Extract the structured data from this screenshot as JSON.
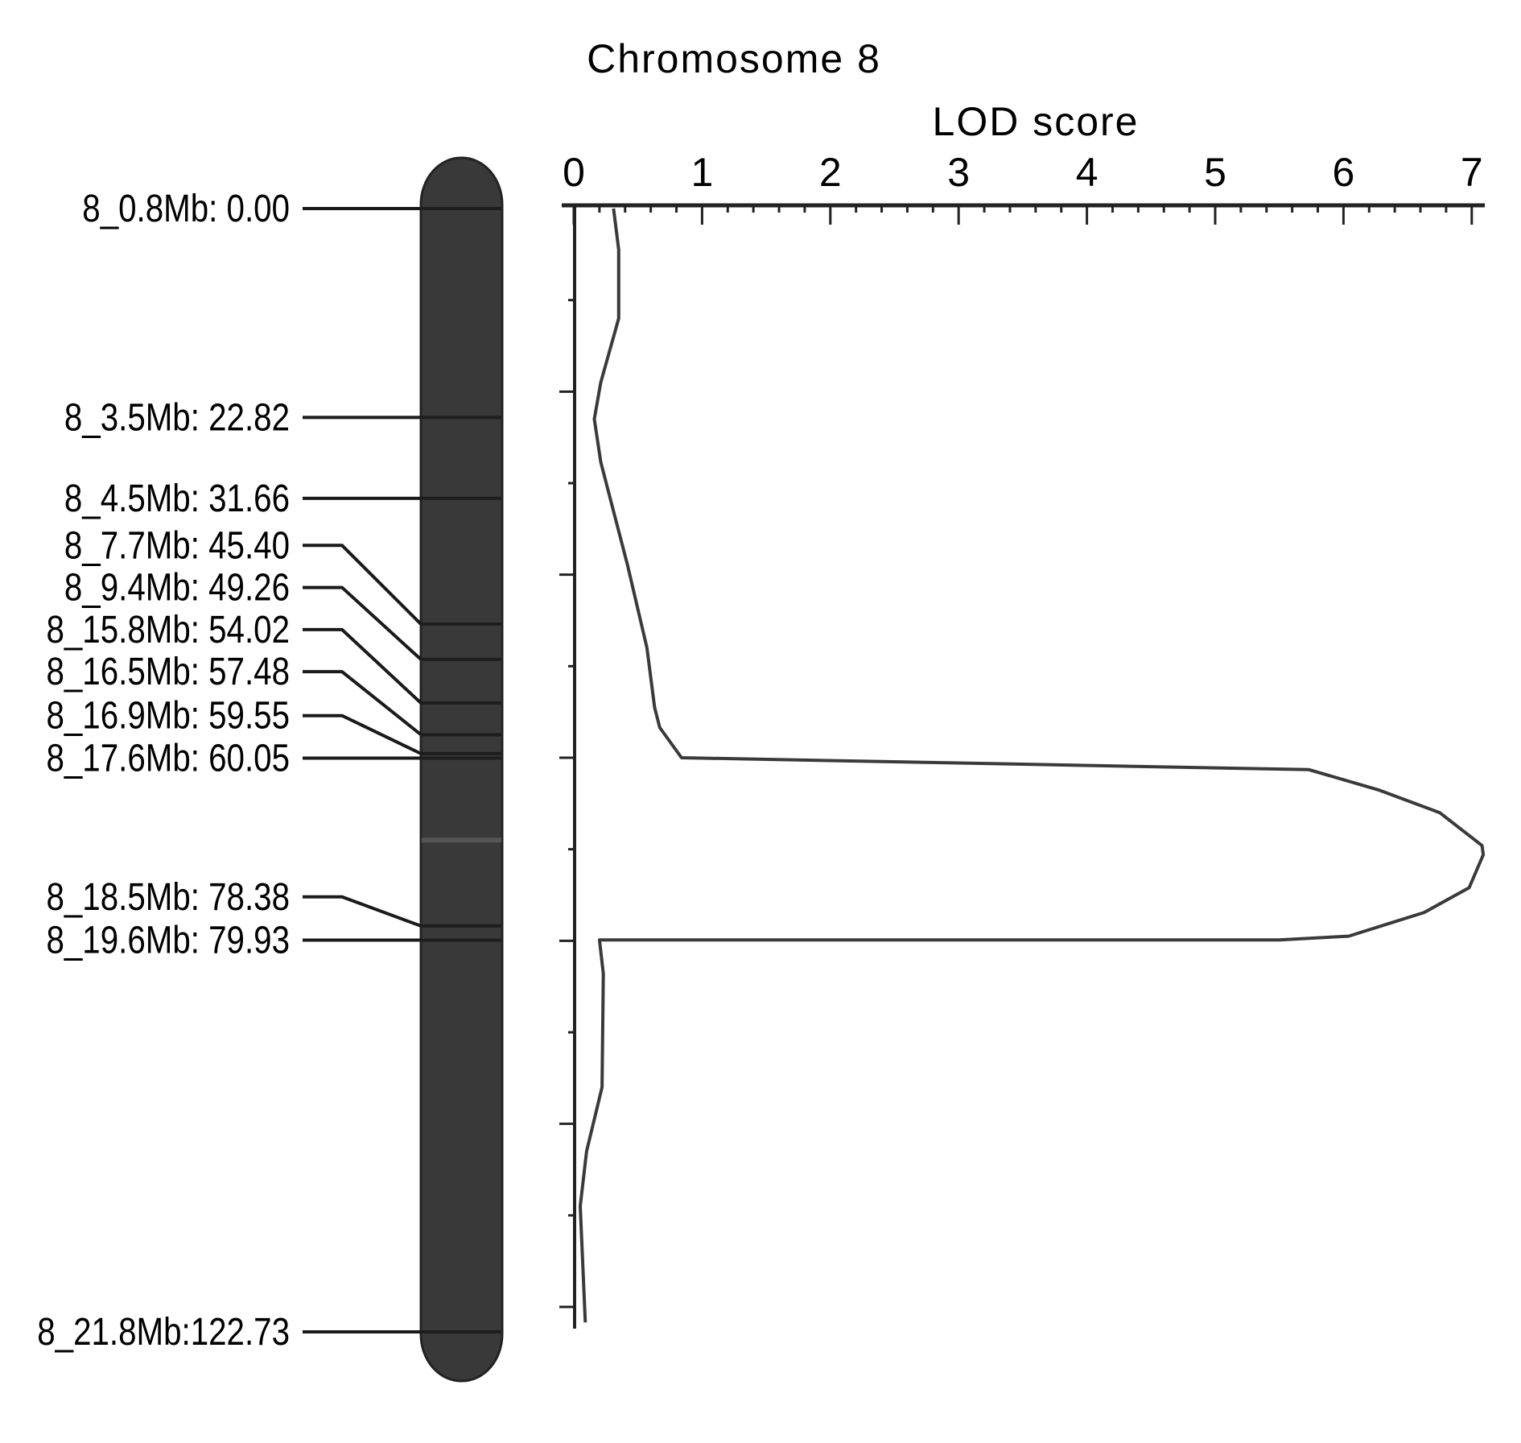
{
  "chart_data": {
    "type": "line",
    "title": "Chromosome 8",
    "xlabel": "LOD score",
    "xlim": [
      0,
      7
    ],
    "x_ticks": [
      "0",
      "1",
      "2",
      "3",
      "4",
      "5",
      "6",
      "7"
    ],
    "ylim_cM": [
      0,
      122.73
    ],
    "orientation": "vertical (position down, LOD across)",
    "markers": [
      {
        "label": "8_0.8Mb: 0.00",
        "pos": 0.0,
        "label_pos": 0.0
      },
      {
        "label": "8_3.5Mb: 22.82",
        "pos": 22.82,
        "label_pos": 22.82
      },
      {
        "label": "8_4.5Mb: 31.66",
        "pos": 31.66,
        "label_pos": 31.66
      },
      {
        "label": "8_7.7Mb: 45.40",
        "pos": 45.4,
        "label_pos": 36.8
      },
      {
        "label": "8_9.4Mb: 49.26",
        "pos": 49.26,
        "label_pos": 41.4
      },
      {
        "label": "8_15.8Mb: 54.02",
        "pos": 54.02,
        "label_pos": 46.0
      },
      {
        "label": "8_16.5Mb: 57.48",
        "pos": 57.48,
        "label_pos": 50.6
      },
      {
        "label": "8_16.9Mb: 59.55",
        "pos": 59.55,
        "label_pos": 55.4
      },
      {
        "label": "8_17.6Mb: 60.05",
        "pos": 60.05,
        "label_pos": 60.05
      },
      {
        "label": "8_18.5Mb: 78.38",
        "pos": 78.38,
        "label_pos": 75.2
      },
      {
        "label": "8_19.6Mb: 79.93",
        "pos": 79.93,
        "label_pos": 79.93
      },
      {
        "label": "8_21.8Mb:122.73",
        "pos": 122.73,
        "label_pos": 122.73
      }
    ],
    "extra_bands": [
      69.0
    ],
    "series": [
      {
        "name": "LOD",
        "points": [
          [
            0.31,
            0
          ],
          [
            0.35,
            4.5
          ],
          [
            0.35,
            12
          ],
          [
            0.21,
            19
          ],
          [
            0.16,
            23
          ],
          [
            0.21,
            27.7
          ],
          [
            0.42,
            39
          ],
          [
            0.57,
            48
          ],
          [
            0.63,
            54.5
          ],
          [
            0.67,
            56.7
          ],
          [
            0.84,
            60.0
          ],
          [
            5.73,
            61.3
          ],
          [
            6.27,
            63.5
          ],
          [
            6.75,
            66
          ],
          [
            7.08,
            69.6
          ],
          [
            7.09,
            70.6
          ],
          [
            6.98,
            74.2
          ],
          [
            6.63,
            76.9
          ],
          [
            6.04,
            79.5
          ],
          [
            5.5,
            79.9
          ],
          [
            0.2,
            79.9
          ],
          [
            0.23,
            83.6
          ],
          [
            0.22,
            96
          ],
          [
            0.1,
            103
          ],
          [
            0.05,
            109
          ],
          [
            0.09,
            121.7
          ]
        ]
      }
    ],
    "colors": {
      "chromosome": "#393939",
      "outline": "#222222",
      "curve": "#3a3a3a"
    }
  }
}
